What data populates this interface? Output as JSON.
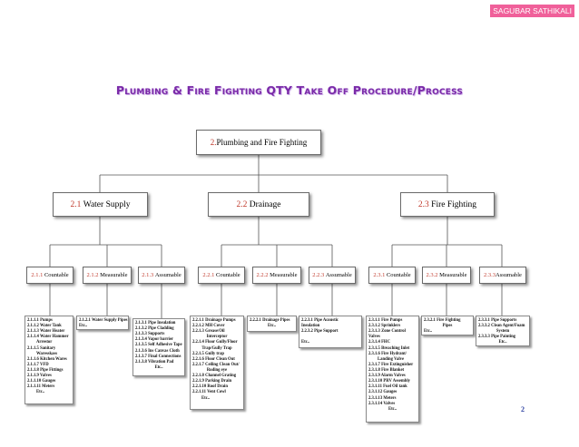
{
  "author": "SAGUBAR SATHIKALI",
  "title": "Plumbing & Fire Fighting QTY Take Off Procedure/Process",
  "root": {
    "num": "2.",
    "label": "Plumbing and Fire Fighting"
  },
  "level1": [
    {
      "num": "2.1",
      "label": "Water Supply"
    },
    {
      "num": "2.2",
      "label": "Drainage"
    },
    {
      "num": "2.3",
      "label": "Fire Fighting"
    }
  ],
  "level2": [
    {
      "num": "2.1.1",
      "label": "Countable"
    },
    {
      "num": "2.1.2",
      "label": "Measurable"
    },
    {
      "num": "2.1.3",
      "label": "Assumable"
    },
    {
      "num": "2.2.1",
      "label": "Countable"
    },
    {
      "num": "2.2.2",
      "label": "Measurable"
    },
    {
      "num": "2.2.3",
      "label": "Assumable"
    },
    {
      "num": "2.3.1",
      "label": "Countable"
    },
    {
      "num": "2.3.2",
      "label": "Measurable"
    },
    {
      "num": "2.3.3",
      "label": "Assumable"
    }
  ],
  "leaves": [
    [
      "2.1.1.1 Pumps",
      "2.1.1.2 Water Tank",
      "2.1.1.3 Water Heater",
      "2.1.1.4 Water Hammer",
      "~Arrestor",
      "2.1.1.5 Sanitary",
      "~Waresskass",
      "2.1.1.6 Kitchen Wares",
      "2.1.1.7 VFD",
      "2.1.1.8 Pipe Fittings",
      "2.1.1.9 Valves",
      "2.1.1.10 Gauges",
      "2.1.1.11 Meters",
      "~Etc.."
    ],
    [
      "2.1.2.1 Water Supply Pipes",
      "Etc.."
    ],
    [
      "2.1.3.1 Pipe Insulation",
      "2.1.3.2 Pipe Cladding",
      "2.1.3.3 Supports",
      "2.1.3.4 Vapor barrier",
      "2.1.3.5 Self Adhesive Tape",
      "2.1.3.6 Ins Canvas Cloth",
      "2.1.3.7 Final Connections",
      "2.1.3.8 Vibration Pad",
      "^Etc.."
    ],
    [
      "2.2.1.1 Drainage Pumps",
      "2.2.1.2 MH Cover",
      "2.2.1.3 Grease/Oil",
      "^Interceptor",
      "2.2.1.4 Floor Gully/Floor",
      "^Trap/Gully Trap",
      "2.2.1.5 Gully trap",
      "2.2.1.6 Floor Clean Out",
      "2.2.1.7 Ceiling Clean Out/",
      "^Roding eye",
      "2.2.1.8 Channel Grating",
      "2.2.1.9 Parking Drain",
      "2.2.1.10 Roof Drain",
      "2.2.1.11 Vent Cowl",
      "~Etc.."
    ],
    [
      "2.2.2.1 Drainage Pipes",
      "^Etc.."
    ],
    [
      "2.2.3.1 Pipe Acoustic",
      "Insulation",
      "2.2.3.2 Pipe Support",
      "",
      "Etc.."
    ],
    [
      "2.3.1.1 Fire Pumps",
      "2.3.1.2 Sprinklers",
      "2.3.1.3 Zone Control",
      "Valves",
      "2.3.1.4 FHC",
      "2.3.1.5 Breaching Inlet",
      "2.3.1.6 Fire Hydrant/",
      "~Landing Valve",
      "2.3.1.7 Fire Extinguisher",
      "2.3.1.8 Fire Blanket",
      "2.3.1.9 Alarm Valves",
      "2.3.1.10 PRV Assembly",
      "2.3.1.11 Fuel Oil tank",
      "2.3.1.12 Gauges",
      "2.3.1.13 Meters",
      "2.3.1.14 Valves",
      "^Etc.."
    ],
    [
      "2.3.2.1 Fire Fighting",
      "^Pipes",
      "Etc.."
    ],
    [
      "2.3.3.1 Pipe Supports",
      "2.3.3.2 Clean Agent/Foam",
      "^System",
      "2.3.3.3 Pipe Painting",
      "^Etc.."
    ]
  ],
  "page_number": "2"
}
